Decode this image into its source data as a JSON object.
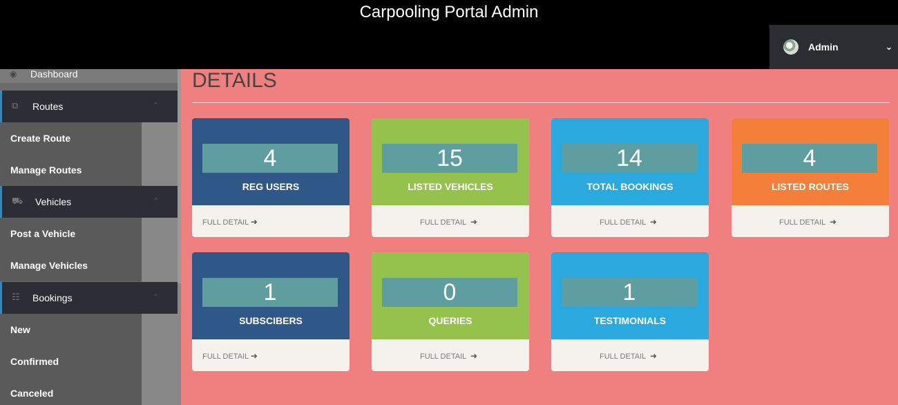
{
  "header": {
    "title": "Carpooling Portal Admin"
  },
  "user": {
    "name": "Admin"
  },
  "sidebar": {
    "dashboard": "Dashboard",
    "sections": [
      {
        "label": "Routes",
        "items": [
          "Create Route",
          "Manage Routes"
        ]
      },
      {
        "label": "Vehicles",
        "items": [
          "Post a Vehicle",
          "Manage Vehicles"
        ]
      },
      {
        "label": "Bookings",
        "items": [
          "New",
          "Confirmed",
          "Canceled"
        ]
      }
    ]
  },
  "main": {
    "title": "DETAILS",
    "cards": [
      {
        "count": "4",
        "label": "REG USERS",
        "footer": "FULL DETAIL",
        "color": "#2f5888"
      },
      {
        "count": "15",
        "label": "LISTED VEHICLES",
        "footer": "FULL DETAIL",
        "color": "#94c24c"
      },
      {
        "count": "14",
        "label": "TOTAL BOOKINGS",
        "footer": "FULL DETAIL",
        "color": "#2aa9de"
      },
      {
        "count": "4",
        "label": "LISTED ROUTES",
        "footer": "FULL DETAIL",
        "color": "#f47f3b"
      },
      {
        "count": "1",
        "label": "SUBSCIBERS",
        "footer": "FULL DETAIL",
        "color": "#2f5888"
      },
      {
        "count": "0",
        "label": "QUERIES",
        "footer": "FULL DETAIL",
        "color": "#94c24c"
      },
      {
        "count": "1",
        "label": "TESTIMONIALS",
        "footer": "FULL DETAIL",
        "color": "#2aa9de"
      }
    ]
  },
  "icons": {
    "dashboard": "dashboard-icon",
    "routes": "routes-icon",
    "vehicles": "car-icon",
    "bookings": "sitemap-icon",
    "caret": "chevron-down-icon",
    "section_chevron": "chevron-up-icon",
    "footer_arrow": "arrow-right-icon"
  }
}
